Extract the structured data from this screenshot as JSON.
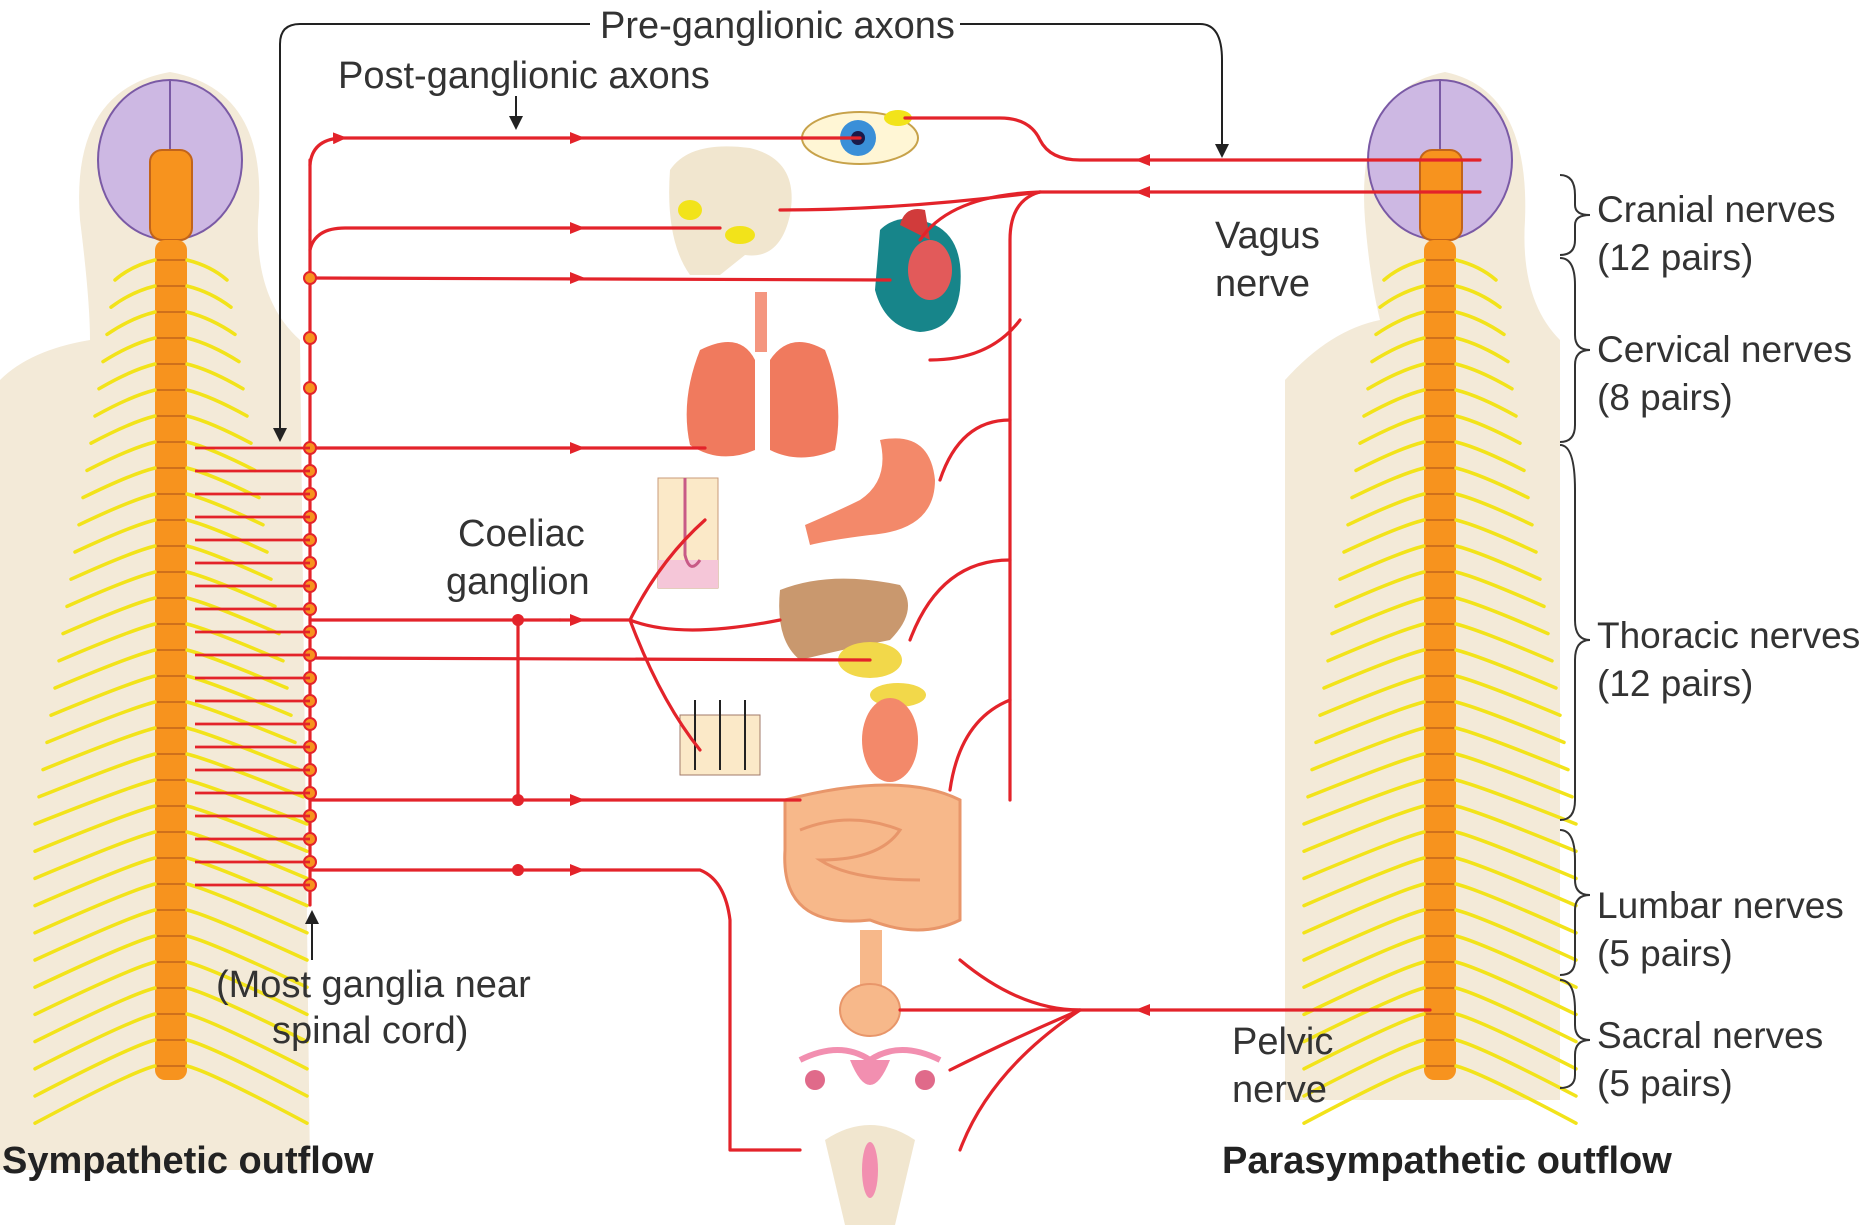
{
  "labels": {
    "pre_ganglionic": "Pre-ganglionic axons",
    "post_ganglionic": "Post-ganglionic axons",
    "vagus_line1": "Vagus",
    "vagus_line2": "nerve",
    "coeliac_line1": "Coeliac",
    "coeliac_line2": "ganglion",
    "most_ganglia_line1": "(Most ganglia near",
    "most_ganglia_line2": "spinal cord)",
    "pelvic_line1": "Pelvic",
    "pelvic_line2": "nerve",
    "sympathetic": "Sympathetic outflow",
    "parasympathetic": "Parasympathetic outflow"
  },
  "nerve_groups": [
    {
      "name": "Cranial nerves",
      "count": "(12 pairs)"
    },
    {
      "name": "Cervical nerves",
      "count": "(8 pairs)"
    },
    {
      "name": "Thoracic nerves",
      "count": "(12 pairs)"
    },
    {
      "name": "Lumbar nerves",
      "count": "(5 pairs)"
    },
    {
      "name": "Sacral nerves",
      "count": "(5 pairs)"
    }
  ],
  "colors": {
    "axon": "#e3232a",
    "spinal_cord": "#f7931e",
    "nerves": "#f2e31a",
    "brain": "#cdb8e3",
    "body": "#f3ead8"
  }
}
